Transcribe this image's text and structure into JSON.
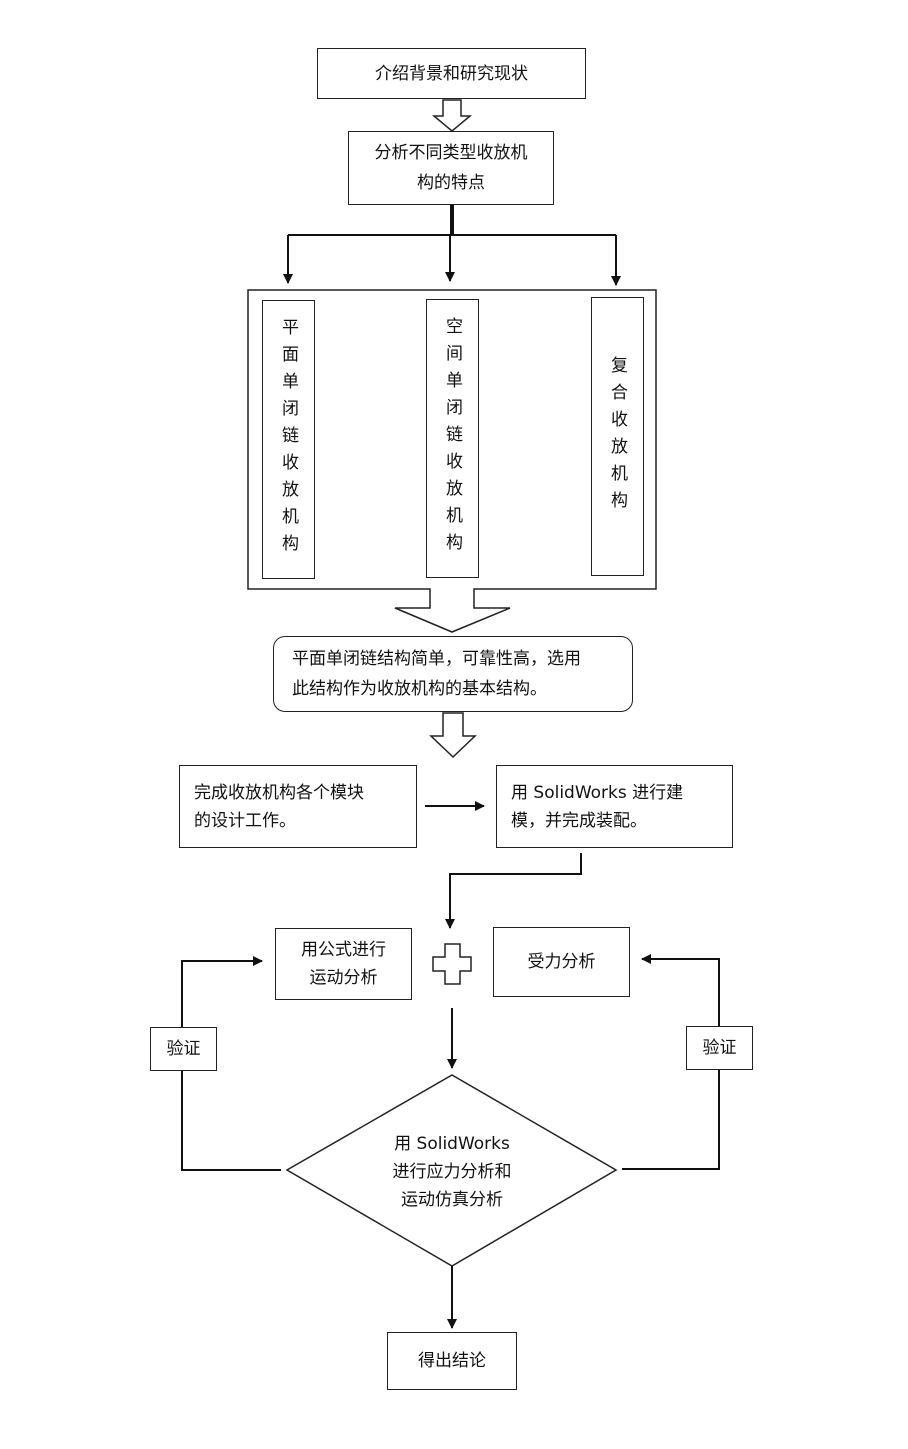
{
  "nodes": {
    "intro": "介绍背景和研究现状",
    "analyze_types_line1": "分析不同类型收放机",
    "analyze_types_line2": "构的特点",
    "planar_single_loop": "平面单闭链收放机构",
    "spatial_single_loop": "空间单闭链收放机构",
    "composite": "复合收放机构",
    "selection_line1": "平面单闭链结构简单，可靠性高，选用",
    "selection_line2": "此结构作为收放机构的基本结构。",
    "module_design_line1": "完成收放机构各个模块",
    "module_design_line2": "的设计工作。",
    "modeling_line1": "用 SolidWorks 进行建",
    "modeling_line2": "模，并完成装配。",
    "kinematics_line1": "用公式进行",
    "kinematics_line2": "运动分析",
    "force_analysis": "受力分析",
    "verify_left": "验证",
    "verify_right": "验证",
    "simulation_line1": "用 SolidWorks",
    "simulation_line2": "进行应力分析和",
    "simulation_line3": "运动仿真分析",
    "conclusion": "得出结论"
  },
  "colors": {
    "stroke": "#222222",
    "background": "#ffffff"
  }
}
